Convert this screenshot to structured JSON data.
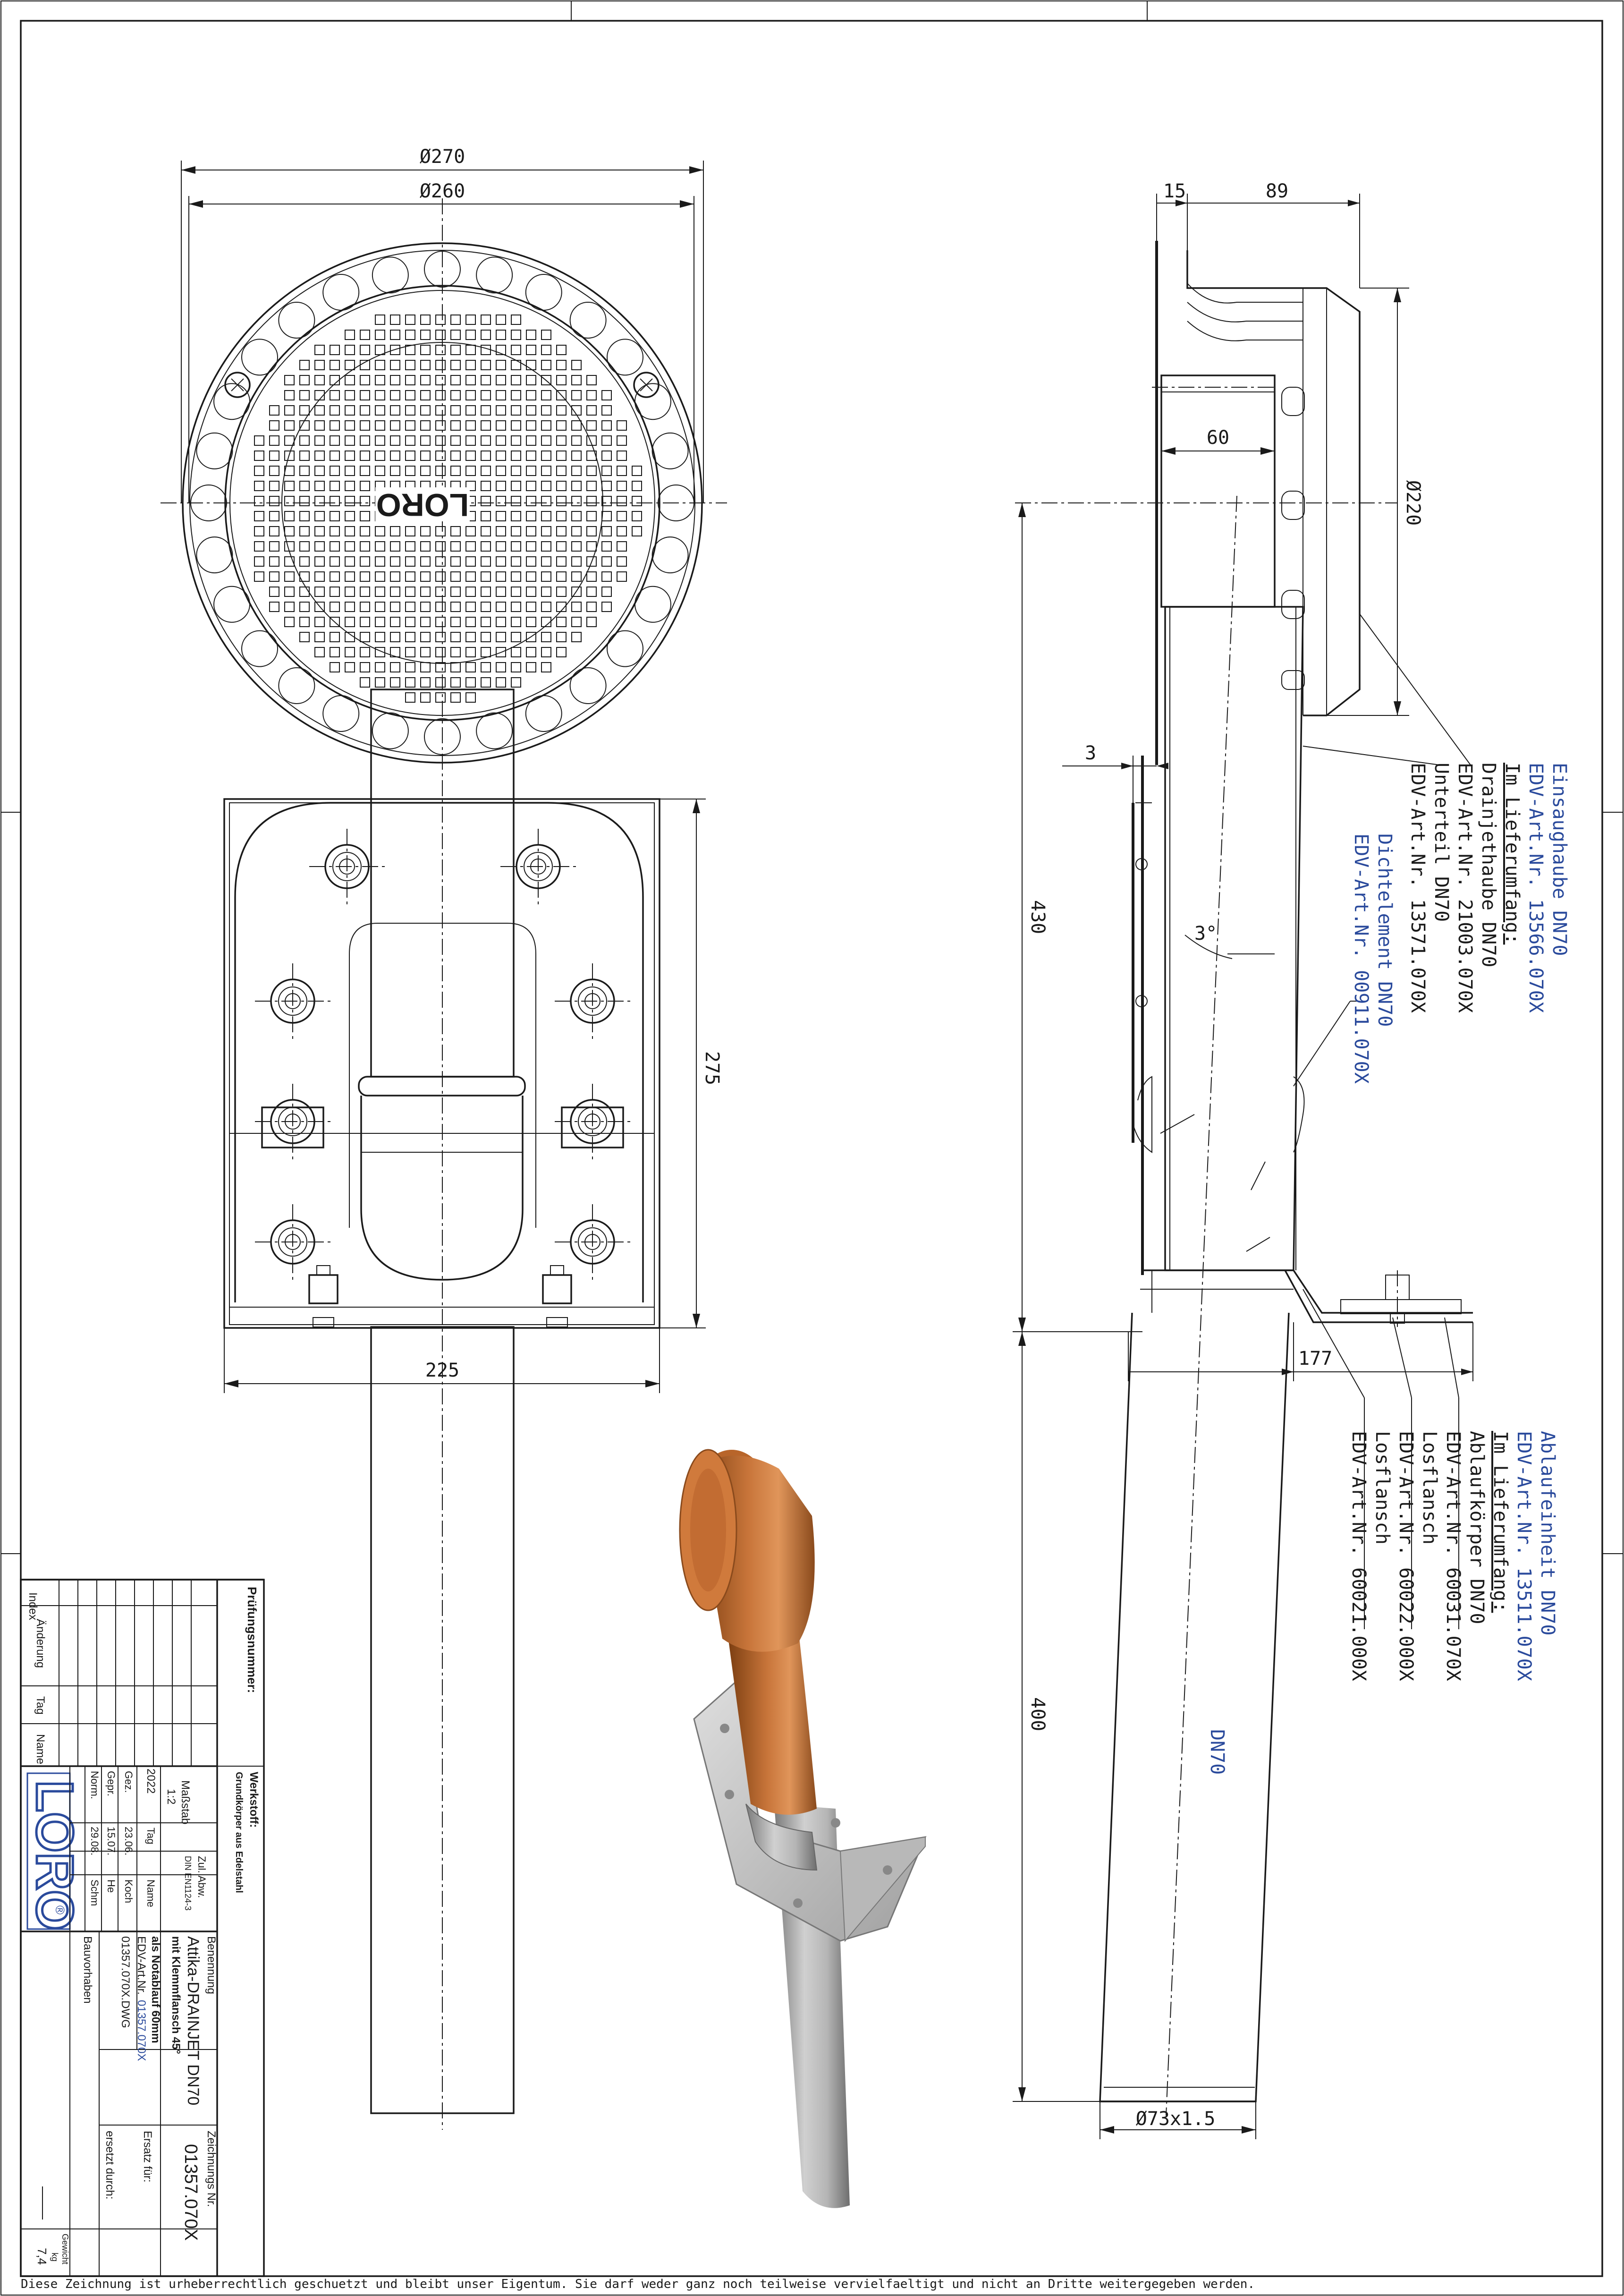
{
  "title_block": {
    "index_label": "Index",
    "aenderung_label": "Änderung",
    "tag_label": "Tag",
    "name_label": "Name",
    "pruefungsnummer_label": "Prüfungsnummer:",
    "werkstoff_label": "Werkstoff:",
    "werkstoff_value": "Grundkörper aus Edelstahl",
    "massstab_label": "Maßstab",
    "massstab_value": "1:2",
    "zul_abw_label": "Zul. Abw.",
    "zul_abw_value": "DIN EN1124-3",
    "benennung_label": "Benennung",
    "benennung_line1": "Attika-DRAINJET DN70",
    "benennung_line2": "mit Klemmflansch 45°",
    "benennung_line3": "als Notablauf 60mm",
    "edv_prefix": "EDV-Art.Nr.",
    "edv_value": "01357.070X",
    "dwg_file": "01357.070X.DWG",
    "zeichnungs_nr_label": "Zeichnungs Nr.",
    "zeichnungs_nr_value": "01357.070X",
    "ersatz_fuer_label": "Ersatz für:",
    "ersetzt_durch_label": "ersetzt durch:",
    "bauvorhaben_label": "Bauvorhaben",
    "gewicht_label": "Gewicht",
    "gewicht_unit": "kg",
    "gewicht_value": "7,4",
    "year": "2022",
    "col_tag": "Tag",
    "col_name": "Name",
    "row_gez": "Gez.",
    "row_gepr": "Gepr.",
    "row_norm": "Norm.",
    "gez_date": "23.06.",
    "gez_name": "Koch",
    "gepr_date": "15.07.",
    "gepr_name": "He",
    "norm_date": "29.08.",
    "norm_name": "Schm",
    "logo_text": "LORO",
    "logo_reg": "®"
  },
  "dimensions_plan": {
    "d270": "Ø270",
    "d260": "Ø260",
    "d275": "275",
    "d225": "225",
    "grate_logo": "LORO"
  },
  "dimensions_side": {
    "d15": "15",
    "d89": "89",
    "d60": "60",
    "d220": "Ø220",
    "d3": "3",
    "d430": "430",
    "d3deg": "3°",
    "d177": "177",
    "d400": "400",
    "dn70": "DN70",
    "d73": "Ø73x1.5"
  },
  "callouts": {
    "einsaug_title": "Einsaughaube DN70",
    "einsaug_edv": "EDV-Art.Nr. 13566.070X",
    "einsaug_lieferumfang": "Im Lieferumfang:",
    "einsaug_item1": "Drainjethaube DN70",
    "einsaug_item1_edv": "EDV-Art.Nr. 21003.070X",
    "einsaug_item2": "Unterteil DN70",
    "einsaug_item2_edv": "EDV-Art.Nr. 13571.070X",
    "dicht_title": "Dichtelement DN70",
    "dicht_edv": "EDV-Art.Nr. 00911.070X",
    "ablauf_title": "Ablaufeinheit DN70",
    "ablauf_edv": "EDV-Art.Nr. 13511.070X",
    "ablauf_lieferumfang": "Im Lieferumfang:",
    "ablauf_item1": "Ablaufkörper DN70",
    "ablauf_item1_edv": "EDV-Art.Nr. 60031.070X",
    "ablauf_item2": "Losflansch",
    "ablauf_item2_edv": "EDV-Art.Nr. 60022.000X",
    "ablauf_item3": "Losflansch",
    "ablauf_item3_edv": "EDV-Art.Nr. 60021.000X"
  },
  "footer": {
    "copyright": "Diese Zeichnung ist urheberrechtlich geschuetzt und bleibt unser Eigentum. Sie darf weder ganz noch teilweise vervielfaeltigt und nicht an Dritte weitergegeben werden."
  }
}
